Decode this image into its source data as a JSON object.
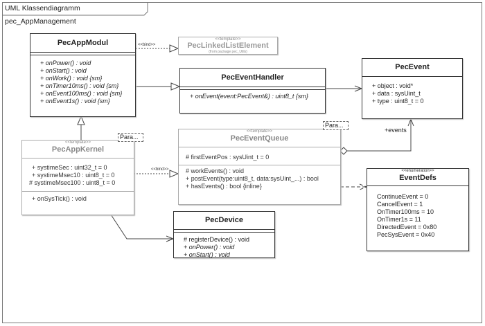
{
  "frame": {
    "title": "UML Klassendiagramm pec_AppManagement"
  },
  "classes": {
    "app_modul": {
      "name": "PecAppModul",
      "methods": [
        "+ onPower() : void",
        "+ onStart() : void",
        "+ onWork() : void {sm}",
        "+ onTimer10ms() : void {sm}",
        "+ onEvent100ms() : void {sm}",
        "+ onEvent1s() : void {sm}"
      ]
    },
    "linked_list": {
      "stereotype": "<<template>>",
      "name": "PecLinkedListElement",
      "note": "(from package pec_Utils)"
    },
    "event_handler": {
      "name": "PecEventHandler",
      "methods": [
        "+ onEvent(event:PecEvent&) : uint8_t {sm}"
      ]
    },
    "event": {
      "name": "PecEvent",
      "attributes": [
        "+ object : void*",
        "+ data : sysUint_t",
        "+ type : uint8_t = 0"
      ]
    },
    "app_kernel": {
      "stereotype": "<<template>>",
      "name": "PecAppKernel",
      "param": "Para...",
      "attributes": [
        "+ systimeSec : uint32_t = 0",
        "+ systimeMsec10 : uint8_t = 0",
        "# systimeMsec100 : uint8_t = 0"
      ],
      "methods": [
        "+ onSysTick() : void"
      ]
    },
    "event_queue": {
      "stereotype": "<<template>>",
      "name": "PecEventQueue",
      "param": "Para...",
      "attributes": [
        "# firstEventPos : sysUint_t = 0"
      ],
      "methods": [
        "# workEvents() : void",
        "+ postEvent(type:uint8_t, data:sysUint_...) : bool",
        "+ hasEvents() : bool {inline}"
      ]
    },
    "event_defs": {
      "stereotype": "<<enumeration>>",
      "name": "EventDefs",
      "literals": [
        "ContinueEvent = 0",
        "CancelEvent = 1",
        "OnTimer100ms = 10",
        "OnTimer1s = 11",
        "DirectedEvent = 0x80",
        "PecSysEvent = 0x40"
      ]
    },
    "device": {
      "name": "PecDevice",
      "methods": [
        "# registerDevice() : void",
        "+ onPower() : void",
        "+ onStart() : void"
      ]
    }
  },
  "relations": {
    "bind1": "<<bind>>",
    "bind2": "<<bind>>",
    "events_role": "+events"
  }
}
